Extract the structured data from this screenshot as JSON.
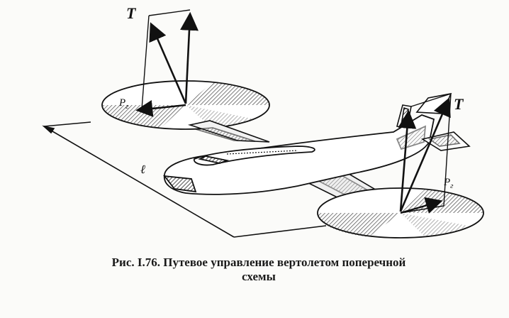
{
  "labels": {
    "thrust_left": "T",
    "force_left_main": "P",
    "force_left_sub": "г",
    "length": "ℓ",
    "thrust_right": "T",
    "force_right_main": "P",
    "force_right_sub": "г"
  },
  "caption": {
    "line1": "Рис. I.76. Путевое управление вертолетом поперечной",
    "line2": "схемы"
  }
}
